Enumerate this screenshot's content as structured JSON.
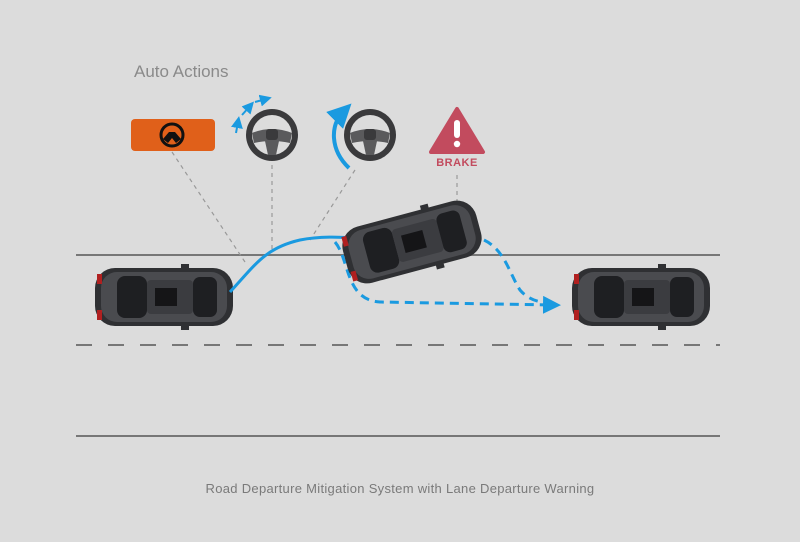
{
  "title": "Auto Actions",
  "brake_label": "BRAKE",
  "caption": "Road Departure Mitigation System with Lane Departure Warning",
  "colors": {
    "background": "#dcdcdc",
    "road_line": "#777777",
    "path": "#1a9ae0",
    "warning_box": "#e0601a",
    "brake": "#c24b5e"
  }
}
